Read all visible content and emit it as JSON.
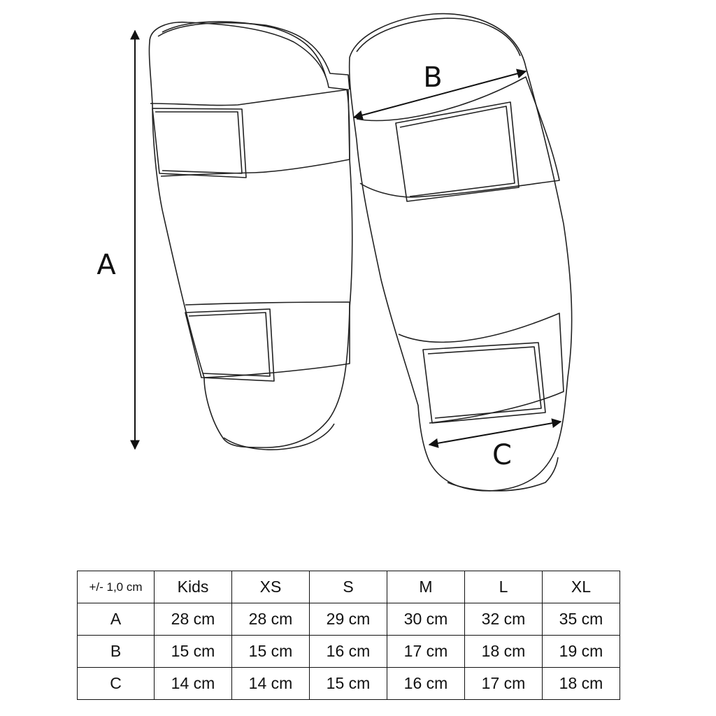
{
  "dimensions": {
    "a_label": "A",
    "b_label": "B",
    "c_label": "C"
  },
  "table": {
    "corner": "+/- 1,0 cm",
    "sizes": [
      "Kids",
      "XS",
      "S",
      "M",
      "L",
      "XL"
    ],
    "rows": [
      {
        "label": "A",
        "values": [
          "28 cm",
          "28 cm",
          "29 cm",
          "30 cm",
          "32 cm",
          "35 cm"
        ]
      },
      {
        "label": "B",
        "values": [
          "15 cm",
          "15 cm",
          "16 cm",
          "17 cm",
          "18 cm",
          "19 cm"
        ]
      },
      {
        "label": "C",
        "values": [
          "14 cm",
          "14 cm",
          "15 cm",
          "16 cm",
          "17 cm",
          "18 cm"
        ]
      }
    ]
  },
  "colors": {
    "line": "#222222",
    "background": "#ffffff"
  }
}
